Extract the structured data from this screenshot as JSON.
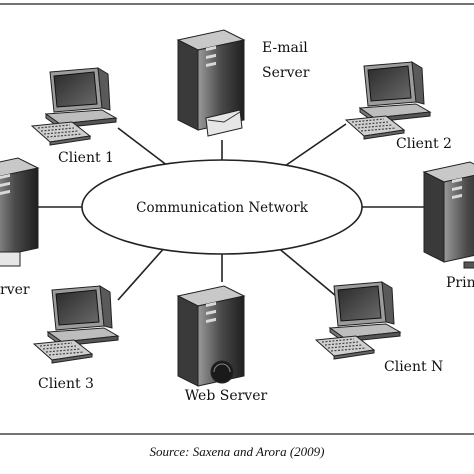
{
  "diagram": {
    "hub_label": "Communication Network",
    "nodes": {
      "email_server": {
        "label_line1": "E-mail",
        "label_line2": "Server"
      },
      "client1": {
        "label": "Client 1"
      },
      "client2": {
        "label": "Client 2"
      },
      "client3": {
        "label": "Client 3"
      },
      "clientN": {
        "label": "Client N"
      },
      "web_server": {
        "label": "Web Server"
      },
      "printer": {
        "label": "Prin"
      },
      "left_server": {
        "label": "rver"
      }
    }
  },
  "source": "Source: Saxena and Arora (2009)"
}
